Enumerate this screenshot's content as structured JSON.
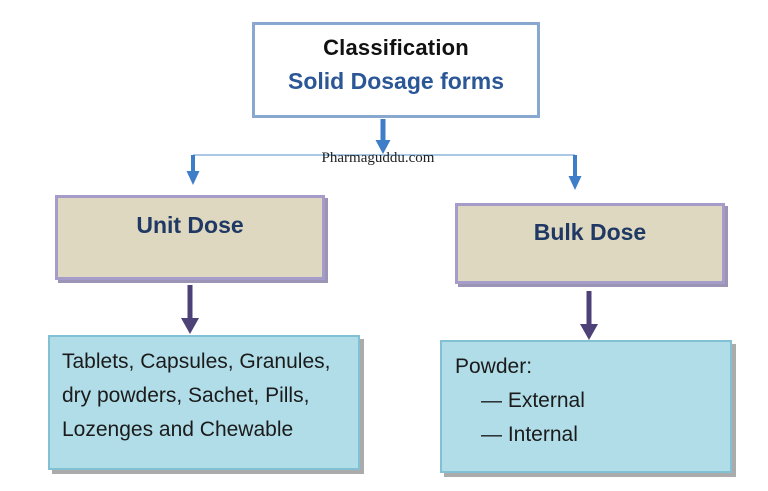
{
  "diagram": {
    "root": {
      "line1": "Classification",
      "line2": "Solid Dosage forms"
    },
    "watermark": "Pharmaguddu.com",
    "unit": {
      "label": "Unit Dose"
    },
    "bulk": {
      "label": "Bulk Dose"
    },
    "unit_list": {
      "lines": [
        "Tablets, Capsules, Granules,",
        "dry powders, Sachet, Pills,",
        "Lozenges and Chewable"
      ]
    },
    "bulk_list": {
      "title": "Powder:",
      "items": [
        "— External",
        "— Internal"
      ]
    }
  },
  "colors": {
    "blue_arrow": "#3e7dc8",
    "branch_line": "#8fb6dc",
    "purple_arrow": "#4e4177",
    "root_border": "#89a8cf",
    "root_subtitle": "#2b5797",
    "node_text": "#1f3864",
    "tan_fill": "#ded8c0",
    "tan_border": "#a59cc9",
    "tan_shadow": "#9c94b4",
    "cyan_fill": "#b0dde8",
    "cyan_border": "#82c0d4",
    "cyan_shadow": "#ababab",
    "body_text": "#1b1b1b",
    "title_text": "#111111"
  }
}
